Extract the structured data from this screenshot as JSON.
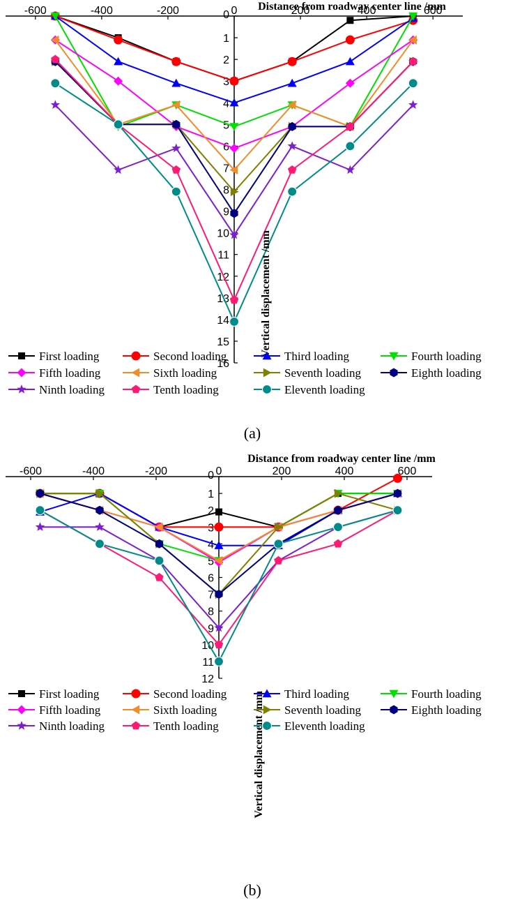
{
  "legend_entries": [
    {
      "name": "First loading",
      "color": "#000000",
      "marker": "square"
    },
    {
      "name": "Second loading",
      "color": "#ff0000",
      "marker": "circle"
    },
    {
      "name": "Third loading",
      "color": "#0000ff",
      "marker": "triangle-up"
    },
    {
      "name": "Fourth loading",
      "color": "#00e000",
      "marker": "triangle-down"
    },
    {
      "name": "Fifth loading",
      "color": "#ff00ff",
      "marker": "diamond"
    },
    {
      "name": "Sixth loading",
      "color": "#f28c28",
      "marker": "triangle-left"
    },
    {
      "name": "Seventh loading",
      "color": "#808000",
      "marker": "triangle-right"
    },
    {
      "name": "Eighth loading",
      "color": "#000080",
      "marker": "hexagon"
    },
    {
      "name": "Ninth loading",
      "color": "#7b1fcf",
      "marker": "star"
    },
    {
      "name": "Tenth loading",
      "color": "#ff1a75",
      "marker": "pentagon"
    },
    {
      "name": "Eleventh loading",
      "color": "#008b8b",
      "marker": "sphere"
    }
  ],
  "chart_data": [
    {
      "type": "line",
      "panel_label": "(a)",
      "xlabel": "Distance from roadway center line /mm",
      "ylabel": "Vertical displacement /mm",
      "xlim": [
        -690,
        690
      ],
      "ylim": [
        0,
        16
      ],
      "x_ticks": [
        -600,
        -400,
        -200,
        0,
        200,
        400,
        600
      ],
      "y_ticks": [
        0,
        1,
        2,
        3,
        4,
        5,
        6,
        7,
        8,
        9,
        10,
        11,
        12,
        13,
        14,
        15,
        16
      ],
      "y_inverted": true,
      "x": [
        -540,
        -350,
        -175,
        0,
        175,
        350,
        540
      ],
      "series": [
        {
          "name": "First loading",
          "values": [
            0,
            1,
            2.1,
            3,
            2.1,
            0.2,
            0
          ]
        },
        {
          "name": "Second loading",
          "values": [
            0,
            1.1,
            2.1,
            3,
            2.1,
            1.1,
            0.2
          ]
        },
        {
          "name": "Third loading",
          "values": [
            0,
            2.1,
            3.1,
            4,
            3.1,
            2.1,
            0.1
          ]
        },
        {
          "name": "Fourth loading",
          "values": [
            0,
            5.1,
            4.1,
            5.1,
            4.1,
            5.1,
            0
          ]
        },
        {
          "name": "Fifth loading",
          "values": [
            1.1,
            3,
            5.1,
            6.1,
            5.1,
            3.1,
            1.1
          ]
        },
        {
          "name": "Sixth loading",
          "values": [
            1.1,
            5,
            4.1,
            7.1,
            4.1,
            5.1,
            1.1
          ]
        },
        {
          "name": "Seventh loading",
          "values": [
            2.1,
            5,
            5,
            8.1,
            5.1,
            5.1,
            2.1
          ]
        },
        {
          "name": "Eighth loading",
          "values": [
            2.1,
            5,
            5,
            9.1,
            5.1,
            5.1,
            2.1
          ]
        },
        {
          "name": "Ninth loading",
          "values": [
            4.1,
            7.1,
            6.1,
            10.1,
            6,
            7.1,
            4.1
          ]
        },
        {
          "name": "Tenth loading",
          "values": [
            2,
            5,
            7.1,
            13.1,
            7.1,
            5.1,
            2.1
          ]
        },
        {
          "name": "Eleventh loading",
          "values": [
            3.1,
            5,
            8.1,
            14.1,
            8.1,
            6,
            3.1
          ]
        }
      ]
    },
    {
      "type": "line",
      "panel_label": "(b)",
      "xlabel": "Distance from roadway center line /mm",
      "ylabel": "Vertical displacement /mm",
      "xlim": [
        -680,
        680
      ],
      "ylim": [
        0,
        12
      ],
      "x_ticks": [
        -600,
        -400,
        -200,
        0,
        200,
        400,
        600
      ],
      "y_ticks": [
        0,
        1,
        2,
        3,
        4,
        5,
        6,
        7,
        8,
        9,
        10,
        11,
        12
      ],
      "y_inverted": true,
      "x": [
        -570,
        -380,
        -190,
        0,
        190,
        380,
        570
      ],
      "series": [
        {
          "name": "First loading",
          "values": [
            1,
            1,
            3,
            2.1,
            3,
            1,
            1
          ]
        },
        {
          "name": "Second loading",
          "values": [
            1,
            1,
            3,
            3,
            3,
            2,
            0.1
          ]
        },
        {
          "name": "Third loading",
          "values": [
            2.1,
            1,
            3,
            4.1,
            4.1,
            2,
            1
          ]
        },
        {
          "name": "Fourth loading",
          "values": [
            1,
            1,
            4,
            5,
            3,
            1,
            1
          ]
        },
        {
          "name": "Fifth loading",
          "values": [
            1,
            2,
            3,
            5.1,
            3,
            2,
            1
          ]
        },
        {
          "name": "Sixth loading",
          "values": [
            1,
            2,
            3,
            5,
            3,
            2,
            1
          ]
        },
        {
          "name": "Seventh loading",
          "values": [
            1,
            1,
            4,
            7,
            3,
            1,
            2
          ]
        },
        {
          "name": "Eighth loading",
          "values": [
            1,
            2,
            4,
            7,
            4,
            2,
            1
          ]
        },
        {
          "name": "Ninth loading",
          "values": [
            3,
            3,
            5,
            9,
            5,
            3,
            2
          ]
        },
        {
          "name": "Tenth loading",
          "values": [
            2,
            4,
            6,
            10,
            5,
            4,
            2
          ]
        },
        {
          "name": "Eleventh loading",
          "values": [
            2,
            4,
            5,
            11,
            4,
            3,
            2
          ]
        }
      ]
    }
  ]
}
